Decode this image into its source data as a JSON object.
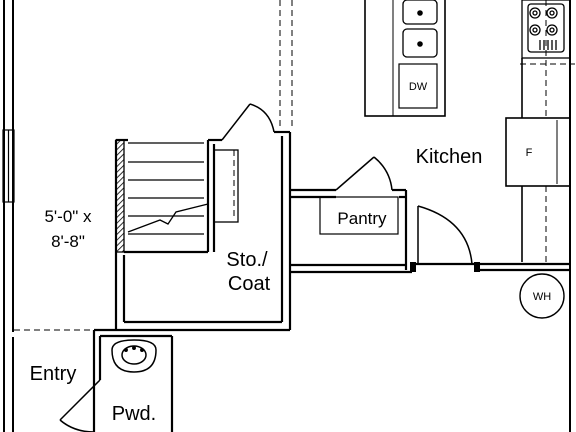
{
  "rooms": {
    "kitchen": "Kitchen",
    "pantry": "Pantry",
    "storage_line1": "Sto./",
    "storage_line2": "Coat",
    "entry": "Entry",
    "powder": "Pwd."
  },
  "dimensions": {
    "line1": "5'-0\" x",
    "line2": "8'-8\""
  },
  "fixtures": {
    "dishwasher": "DW",
    "fridge": "F",
    "water_heater": "WH"
  },
  "colors": {
    "line": "#000000",
    "background": "#ffffff"
  }
}
